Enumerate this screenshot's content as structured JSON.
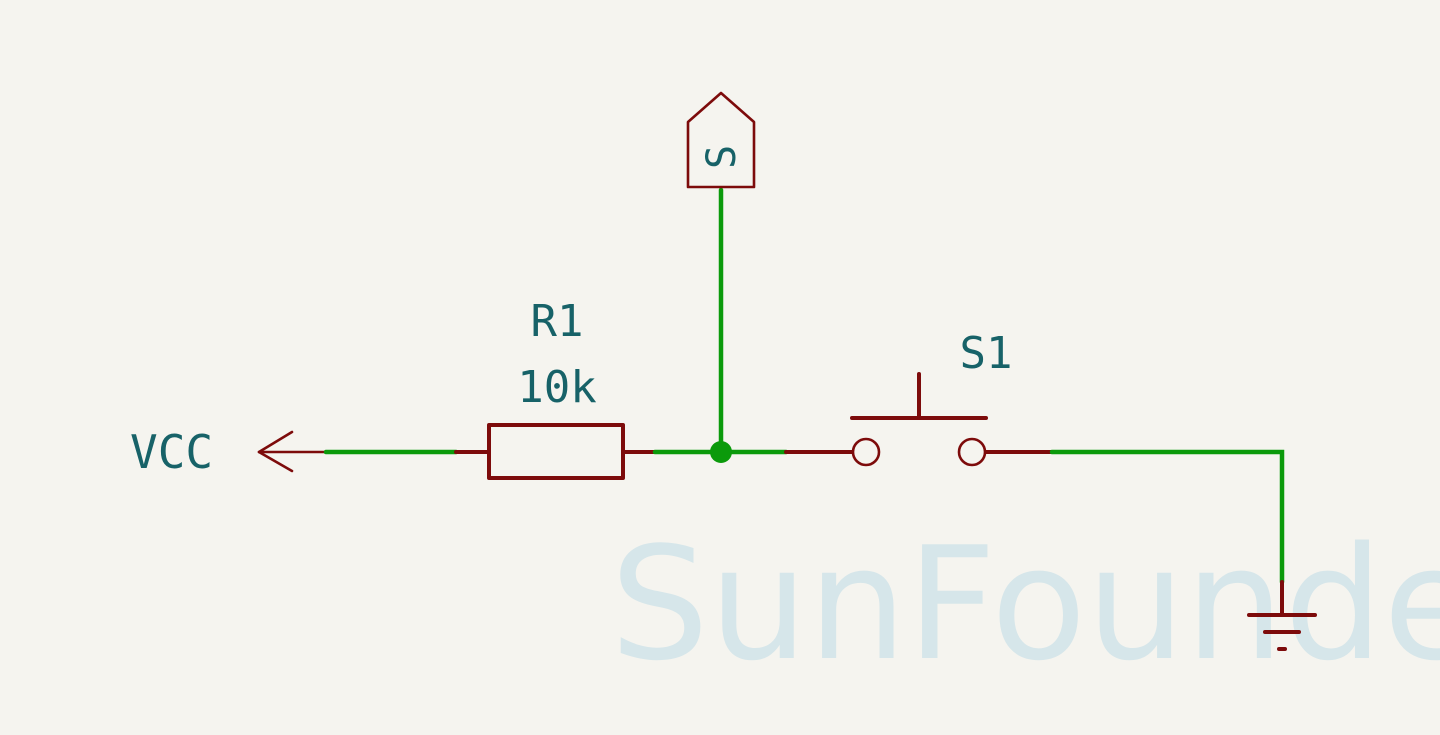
{
  "schematic": {
    "power_label": "VCC",
    "resistor": {
      "ref": "R1",
      "value": "10k"
    },
    "switch": {
      "ref": "S1"
    },
    "signal_label": "S",
    "watermark": "SunFounder",
    "colors": {
      "background": "#f5f4ef",
      "wire": "#0b9a0b",
      "symbol": "#7d0b0b",
      "text": "#176268",
      "watermark": "#d6e6ea"
    }
  }
}
